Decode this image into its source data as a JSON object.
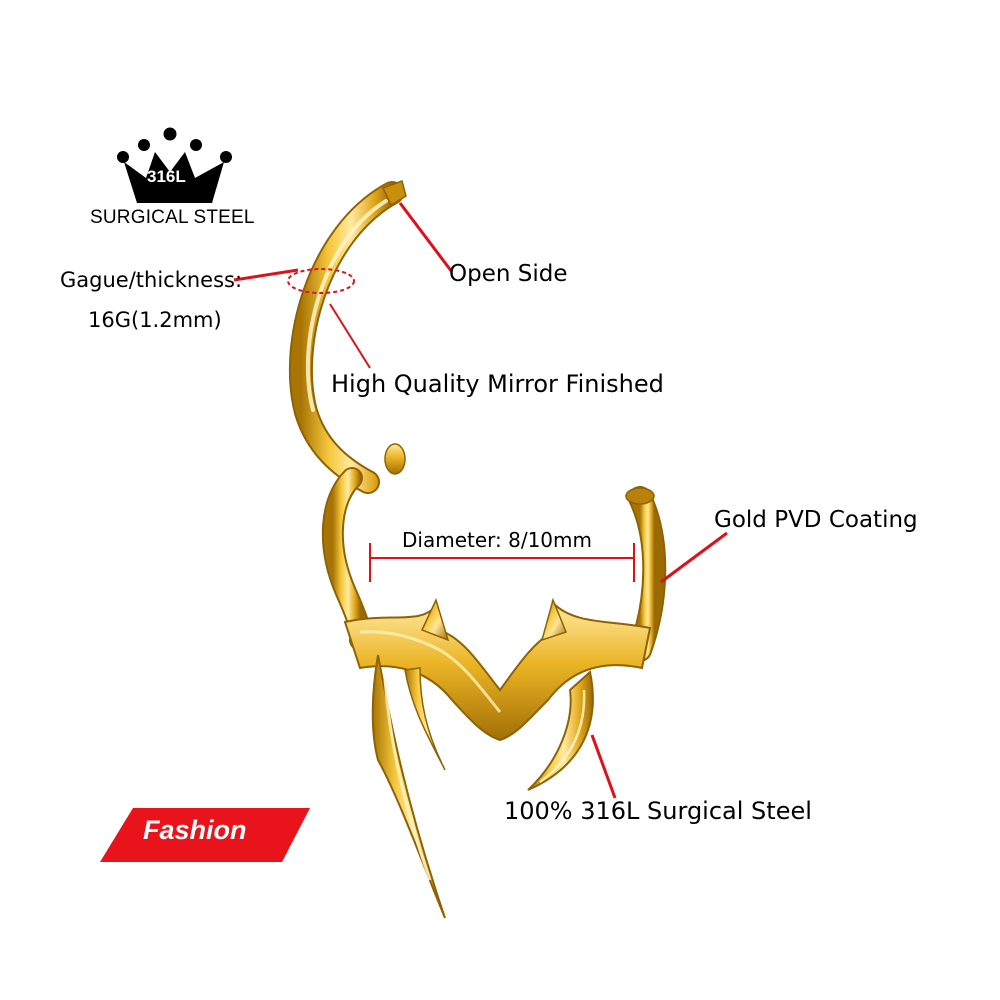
{
  "brand": {
    "crown_text": "316L",
    "name": "SURGICAL STEEL",
    "icon": "crown-icon"
  },
  "labels": {
    "thickness_title": "Gague/thickness:",
    "thickness_value": "16G(1.2mm)",
    "open_side": "Open Side",
    "mirror": "High Quality Mirror Finished",
    "coating": "Gold PVD Coating",
    "diameter": "Diameter: 8/10mm",
    "material": "100% 316L Surgical Steel"
  },
  "badge": {
    "text": "Fashion",
    "color": "#e8131b"
  },
  "colors": {
    "gold": "#e9b51f",
    "gold_light": "#ffeaa0",
    "gold_dark": "#a87404",
    "annotation": "#e01018"
  }
}
